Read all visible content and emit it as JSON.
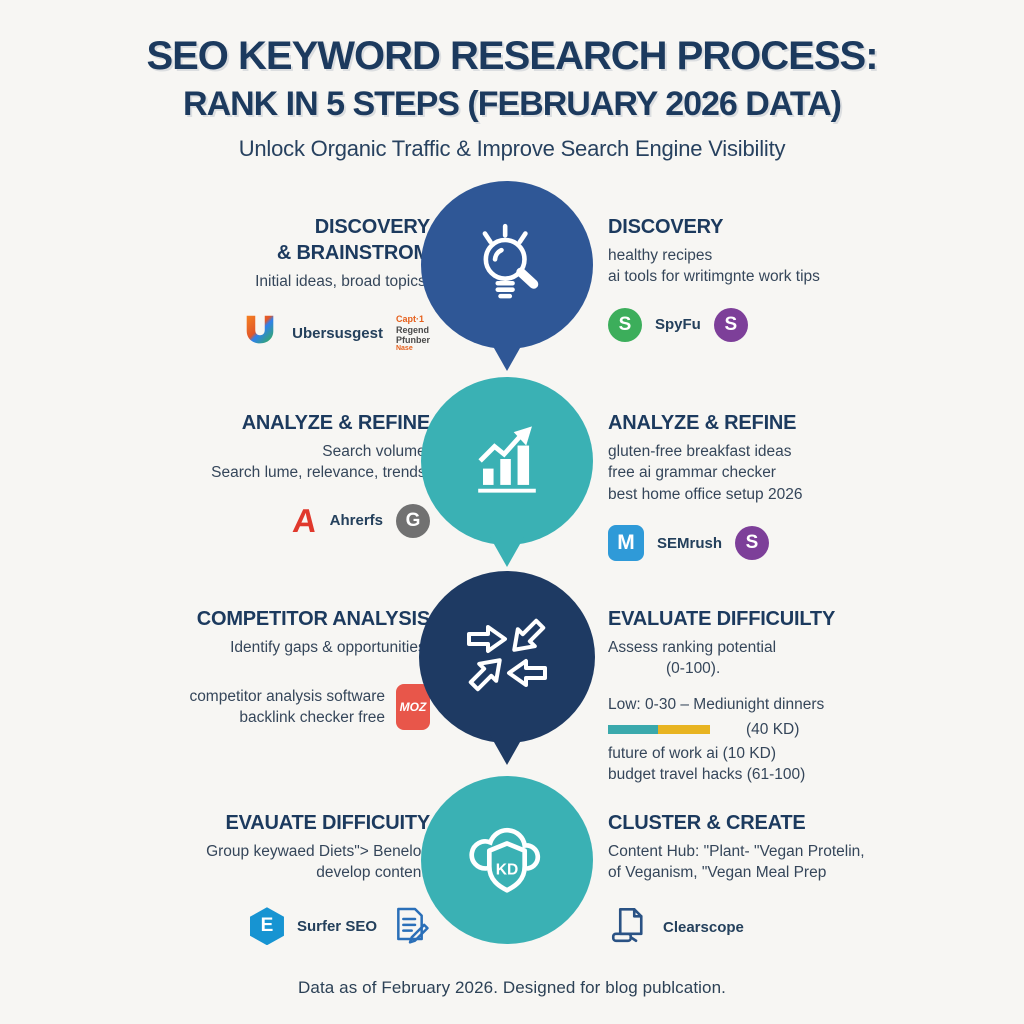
{
  "header": {
    "title_line1": "SEO KEYWORD RESEARCH PROCESS:",
    "title_line2": "RANK IN 5 STEPS (FEBRUARY 2026 DATA)",
    "subtitle": "Unlock Organic Traffic & Improve Search Engine Visibility"
  },
  "colors": {
    "title_navy": "#1c3a5e",
    "bubble_blue": "#2f5796",
    "bubble_teal": "#3ab1b4",
    "bubble_dark_navy": "#1e3a63",
    "bar_teal": "#3aa9ac",
    "bar_yellow": "#e8b421",
    "moz_red": "#e8564a",
    "spyfu_green": "#3cae5b",
    "purple": "#7d3f99",
    "semrush_blue": "#2f9ad8",
    "surfer_blue": "#1794d2",
    "ahrefs_red": "#e0382c"
  },
  "steps": [
    {
      "left": {
        "heading1": "DISCOVERY",
        "heading2": "& BRAINSTROM",
        "lines": [
          "Initial ideas, broad topics."
        ],
        "logo_letter": "U",
        "tool_label": "Ubersusgest",
        "garbled": [
          "Capt·1",
          "Regend",
          "Pfunber",
          "Nase"
        ]
      },
      "icon": "lightbulb-magnifier",
      "right": {
        "heading": "DISCOVERY",
        "lines": [
          "healthy recipes",
          "ai tools for writimgnte work tips"
        ],
        "badge1": "S",
        "tool_label": "SpyFu",
        "badge2": "S"
      }
    },
    {
      "left": {
        "heading1": "ANALYZE & REFINE",
        "lines": [
          "Search volume,",
          "Search lume, relevance, trends."
        ],
        "badge1": "A",
        "tool_label": "Ahrerfs",
        "badge2": "G"
      },
      "icon": "growth-bar-chart",
      "right": {
        "heading": "ANALYZE & REFINE",
        "lines": [
          "gluten-free breakfast ideas",
          "free ai grammar checker",
          "best home office setup 2026"
        ],
        "badge1": "M",
        "tool_label": "SEMrush",
        "badge2": "S"
      }
    },
    {
      "left": {
        "heading1": "COMPETITOR ANALYSIS",
        "lines": [
          "Identify gaps & opportunities."
        ],
        "keyword_lines": [
          "competitor analysis software",
          "backlink checker free"
        ],
        "badge": "MOZ"
      },
      "icon": "exchange-arrows",
      "right": {
        "heading": "EVALUATE DIFFICUILTY",
        "lines": [
          "Assess ranking potential",
          "(0-100)."
        ],
        "difficulty": {
          "scale_line": "Low: 0-30 – Mediunight dinners",
          "bar_value": "(40 KD)",
          "line2": "future of work ai (10 KD)",
          "line3": "budget travel hacks (61-100)"
        }
      }
    },
    {
      "left": {
        "heading1": "EVAUATE DIFFICUITY",
        "lines": [
          "Group keywaed Diets\"> Benelop",
          "develop content."
        ],
        "badge1": "E",
        "tool_label": "Surfer SEO"
      },
      "icon": "kd-shield-cloud",
      "shield_label": "KD",
      "right": {
        "heading": "CLUSTER & CREATE",
        "lines": [
          "Content Hub: \"Plant- \"Vegan Protelin,",
          "of Veganism, \"Vegan Meal Prep"
        ],
        "tool_label": "Clearscope"
      }
    }
  ],
  "footer": "Data as of February 2026. Designed for blog publcation."
}
